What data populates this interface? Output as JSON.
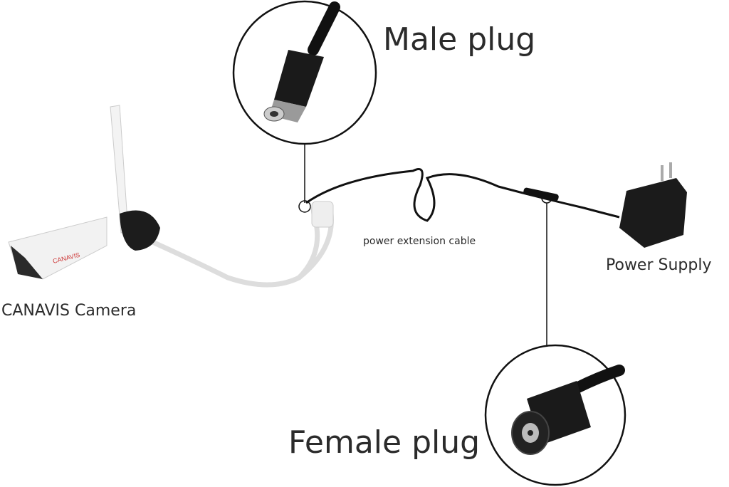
{
  "labels": {
    "male_plug": "Male plug",
    "female_plug": "Female plug",
    "extension_cable": "power extension cable",
    "power_supply": "Power Supply",
    "camera": "CANAVIS Camera"
  },
  "camera_logo": "CANAVIS",
  "colors": {
    "cable_black": "#111111",
    "camera_white": "#f2f2f2",
    "text": "#2b2b2b"
  }
}
